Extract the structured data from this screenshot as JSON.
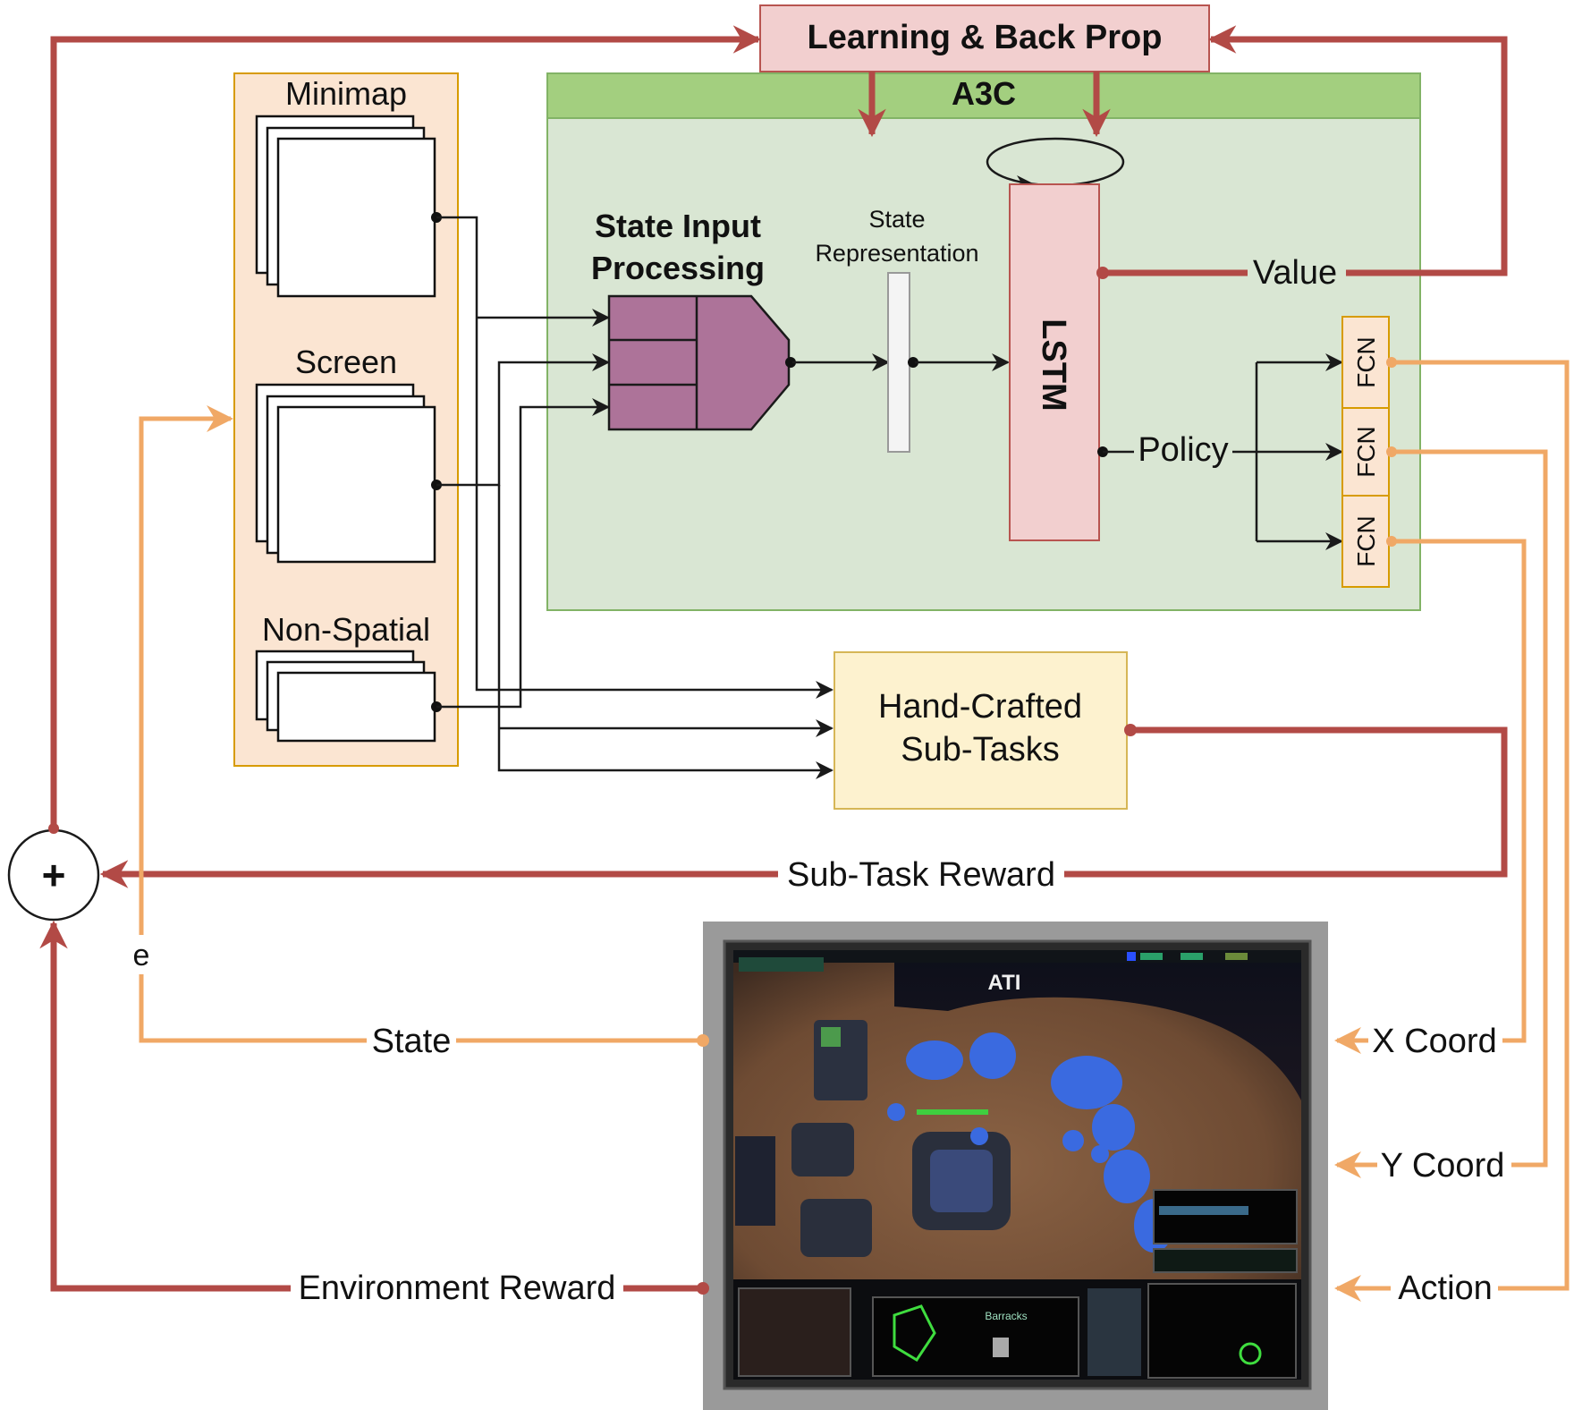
{
  "colors": {
    "reward_red": "#b24a46",
    "io_orange": "#f0a866",
    "a3c_green_header": "#a3cf7f",
    "a3c_green_body": "#d9e6d3",
    "learning_pink": "#f2cfcf",
    "lstm_pink": "#f2cfcf",
    "inputs_peach": "#fbe5d2",
    "sip_purple": "#ad7399",
    "handcrafted_yellow": "#fdf2cf",
    "fcn_peach": "#fbe5d2",
    "env_frame_gray": "#9a9a9a"
  },
  "learning": {
    "title": "Learning & Back Prop"
  },
  "a3c": {
    "title": "A3C",
    "state_input_processing": [
      "State Input",
      "Processing"
    ],
    "state_representation": [
      "State",
      "Representation"
    ],
    "lstm": "LSTM",
    "value_label": "Value",
    "policy_label": "Policy",
    "fcn_heads": [
      "FCN",
      "FCN",
      "FCN"
    ]
  },
  "inputs": {
    "groups": [
      {
        "label": "Minimap"
      },
      {
        "label": "Screen"
      },
      {
        "label": "Non-Spatial"
      }
    ]
  },
  "handcrafted": {
    "lines": [
      "Hand-Crafted",
      "Sub-Tasks"
    ]
  },
  "summation": {
    "symbol": "+",
    "epsilon_label": "e"
  },
  "flows": {
    "sub_task_reward": "Sub-Task Reward",
    "state": "State",
    "environment_reward": "Environment Reward",
    "x_coord": "X Coord",
    "y_coord": "Y Coord",
    "action": "Action"
  },
  "environment": {
    "overlay_text": "ATI",
    "portrait_caption": "Barracks"
  }
}
